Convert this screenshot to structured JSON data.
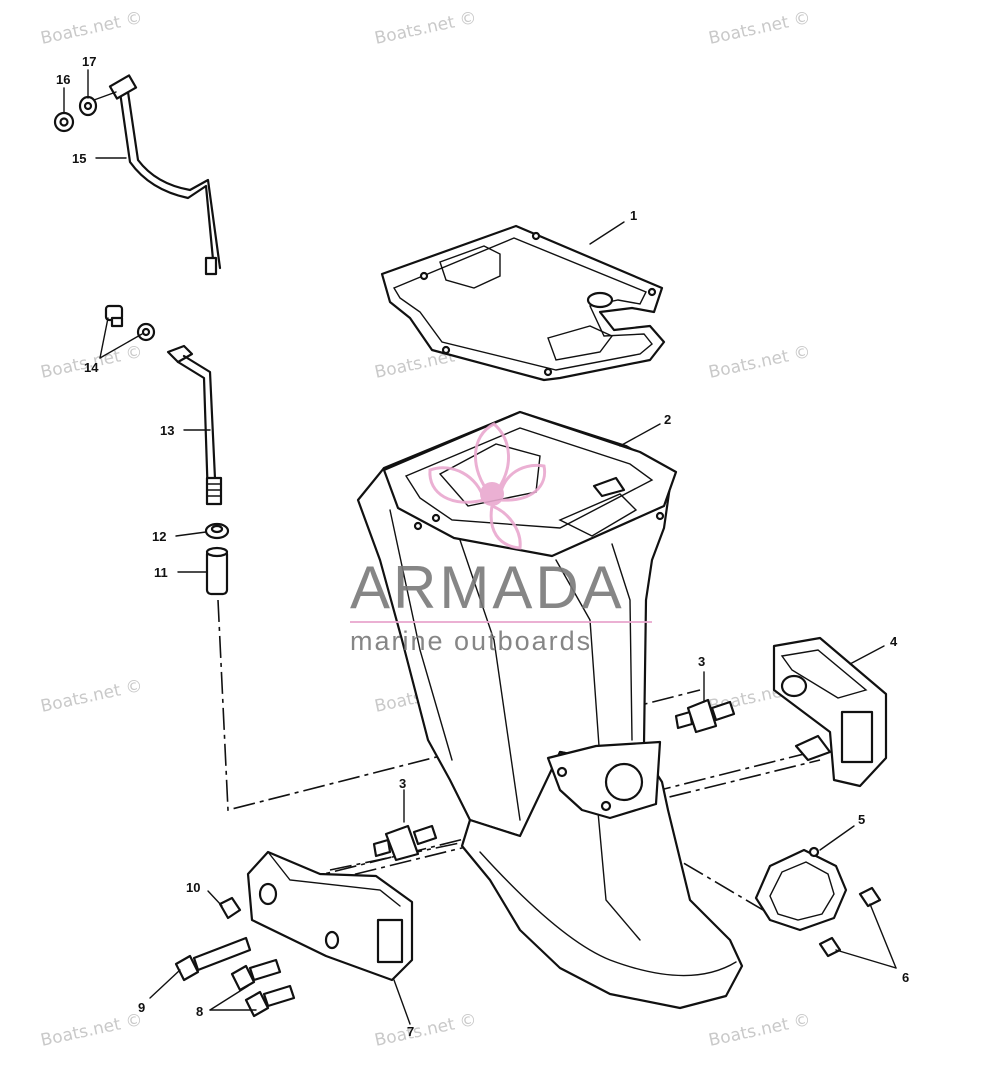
{
  "watermark": {
    "text": "Boats.net ©"
  },
  "logo": {
    "brand": "ARMADA",
    "tagline": "marine outboards",
    "accent_color": "#e9a8cf"
  },
  "callouts": {
    "p1": "1",
    "p2": "2",
    "p3a": "3",
    "p3b": "3",
    "p4": "4",
    "p5": "5",
    "p6": "6",
    "p7": "7",
    "p8": "8",
    "p9": "9",
    "p10": "10",
    "p11": "11",
    "p12": "12",
    "p13": "13",
    "p14": "14",
    "p15": "15",
    "p16": "16",
    "p17": "17"
  }
}
